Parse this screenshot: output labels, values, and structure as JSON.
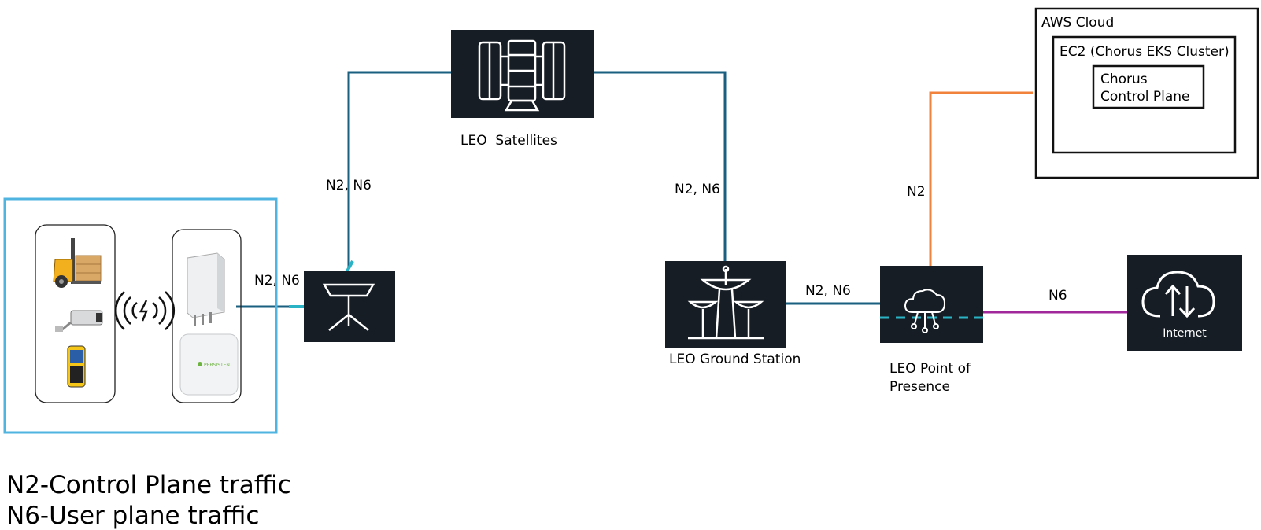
{
  "links": {
    "ue_to_terminal": "N2, N6",
    "terminal_to_satellite": "N2, N6",
    "satellite_to_ground": "N2, N6",
    "ground_to_pop": "N2, N6",
    "pop_to_cloud": "N2",
    "pop_to_internet": "N6"
  },
  "nodes": {
    "satellite": "LEO  Satellites",
    "ground_station": "LEO Ground Station",
    "pop_line1": "LEO Point of",
    "pop_line2": "Presence",
    "internet": "Internet"
  },
  "cloud": {
    "title": "AWS Cloud",
    "cluster": "EC2 (Chorus EKS Cluster)",
    "control_plane_line1": "Chorus",
    "control_plane_line2": "Control Plane"
  },
  "devices": {
    "radio_logo": "PERSISTENT"
  },
  "legend": {
    "n2": "N2-Control Plane traffic",
    "n6": "N6-User plane traffic"
  },
  "colors": {
    "n2_n6_link": "#1a5f80",
    "n2_link": "#f0823c",
    "n6_link": "#a0289a",
    "dashed_accent": "#29b3c4",
    "site_border": "#4fb4e0",
    "icon_tile": "#161d25"
  }
}
